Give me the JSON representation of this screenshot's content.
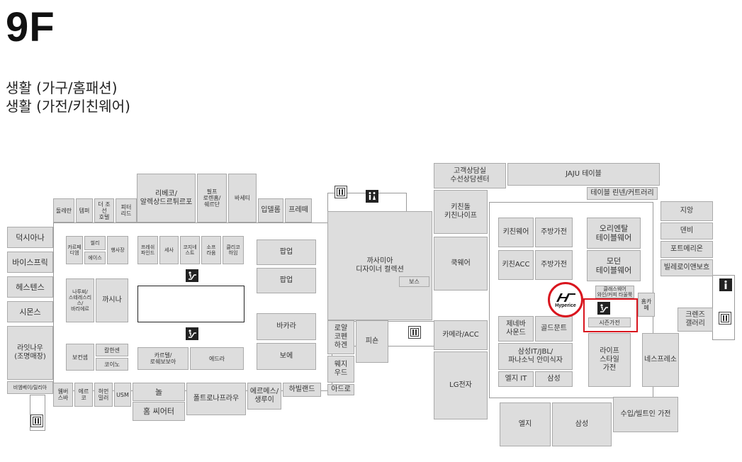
{
  "header": {
    "floor": "9F",
    "line1": "생활 (가구/홈패션)",
    "line2": "생활 (가전/키친웨어)"
  },
  "brand": {
    "name": "Hyperice",
    "accent": "#d9151e"
  },
  "icons": {
    "elevator": "elevator-icon",
    "restroom": "restroom-icon",
    "escalator": "escalator-icon"
  },
  "stores": {
    "deoksiana": "덕시아나",
    "baisiprig": "바이스프릭",
    "hestens": "헤스텐스",
    "simons": "시몬스",
    "lainuu": "라잇나우\n(조명매장)",
    "bimbeipulia": "비엠베이/릴리아",
    "dorelan": "돌레란",
    "tempur": "템퍼",
    "dejosun": "더 조선\n호텔",
    "pitter": "피터\n리드",
    "ribeco": "리베코/\n알렉상드르튀르포",
    "philleul": "필프\n로렌홈/\n쉐르단",
    "bassetti": "바세티",
    "ipdellom": "입델롬",
    "frette": "프레떼",
    "carlo": "카르페\n디엠",
    "sealy": "씰리",
    "aces": "에이스",
    "haengsajang": "행사장",
    "freshpaint": "프레쉬\n파인드",
    "sesa": "세사",
    "cozy": "코지네\n스트",
    "sopora": "소프\n라움",
    "cliche": "클리코\n하임",
    "popup1": "팝업",
    "popup2": "팝업",
    "naturum": "나투찌/\n스테레스리스/\n바리에르",
    "kasina": "까시나",
    "bakara": "바카라",
    "boconcept": "보컨셉",
    "kalhansen": "칼한센",
    "koino": "코이노",
    "carlzel": "카르텔/\n로쉐보보아",
    "edra": "에드라",
    "bore": "보에",
    "wembley": "웸버\n스바",
    "erco": "에르코",
    "herman": "허먼\n밀러",
    "usm": "USM",
    "noll": "놀",
    "homeswear": "홈 씨어터",
    "poltronafrau": "폴트로나프라우",
    "hermes": "에르메스/\n생루이",
    "halland": "하빌랜드",
    "kasimia": "까사미아\n디자이너 컬렉션",
    "boss": "보스",
    "royal": "로얄\n코펜\n하겐",
    "pisson": "피숀",
    "wedgwood": "웨지\n우드",
    "adro": "아드로",
    "cs": "고객상담실\n수선상담센터",
    "kitchendol": "키친돌\n키친나이프",
    "cookware": "쿡웨어",
    "jaju": "JAJU 테이블",
    "tablelinen": "테이블 린넨/커트러리",
    "kitchenware": "키친웨어",
    "cookapp": "주방가전",
    "kitchenacc": "키친ACC",
    "cookapp2": "주방가전",
    "oriental": "오리엔탈\n테이블웨어",
    "modern": "모던\n테이블웨어",
    "jisang": "지앙",
    "denbi": "덴비",
    "portmeirion": "포트메리온",
    "villeroy": "빌레로이앤보흐",
    "classic": "클래스웨어\n와인/커피 타울쭉",
    "homecafe": "홈카페",
    "krenz": "크렌즈\n갤러리",
    "seasonapp": "시즌가전",
    "camera": "카메라/ACC",
    "zenebar": "제네바\n사운드",
    "goldmont": "골드문트",
    "samsungit": "삼성IT/JBL/\n파나소닉 안미식자",
    "lifestyle": "라이프\n스타일\n가전",
    "nespresso": "네스프레소",
    "lgsung": "LG전자",
    "elgit": "엘지 IT",
    "samsung1": "삼성",
    "elgi": "엘지",
    "samsung2": "삼성",
    "builtin": "수입/빌트인 가전"
  }
}
